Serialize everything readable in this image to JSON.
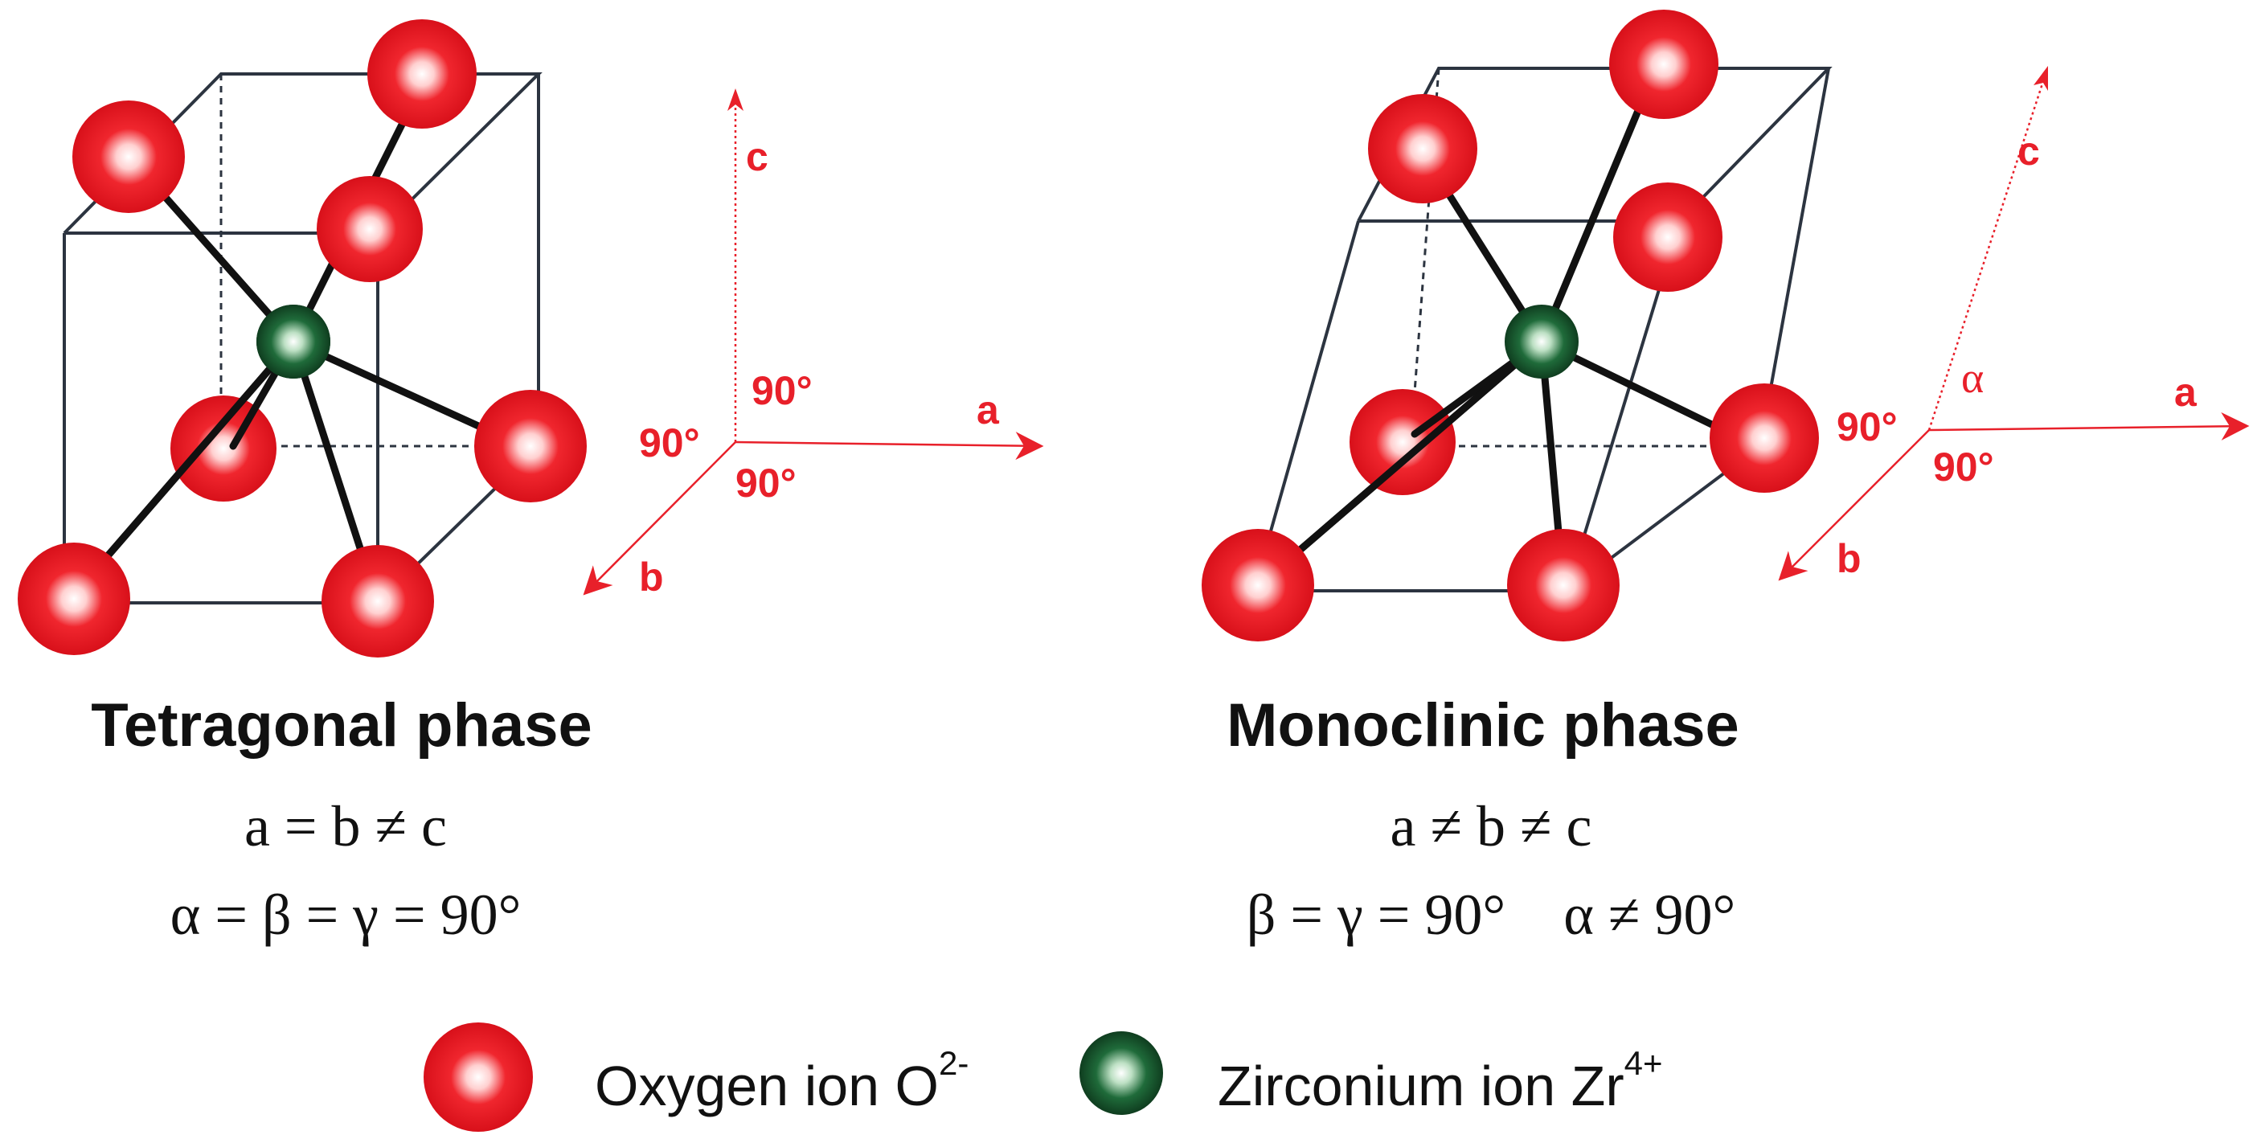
{
  "colors": {
    "oxygen": "#e5141e",
    "zirconium": "#1f6b3a",
    "axis": "#e8202a",
    "edge": "#2c3440",
    "bond": "#111111"
  },
  "tetragonal": {
    "title": "Tetragonal phase",
    "relation_lengths": "a = b ≠ c",
    "relation_angles": "α = β = γ = 90°",
    "axes": {
      "a": "a",
      "b": "b",
      "c": "c",
      "angle_ac": "90°",
      "angle_ab": "90°",
      "angle_bc": "90°"
    }
  },
  "monoclinic": {
    "title": "Monoclinic phase",
    "relation_lengths": "a ≠ b ≠ c",
    "relation_angles": "β = γ = 90°    α ≠ 90°",
    "axes": {
      "a": "a",
      "b": "b",
      "c": "c",
      "alpha": "α",
      "angle_ab": "90°",
      "angle_bc": "90°"
    }
  },
  "legend": {
    "oxygen_label": "Oxygen ion O",
    "oxygen_sup": "2-",
    "zirconium_label": "Zirconium ion Zr",
    "zirconium_sup": "4+"
  }
}
